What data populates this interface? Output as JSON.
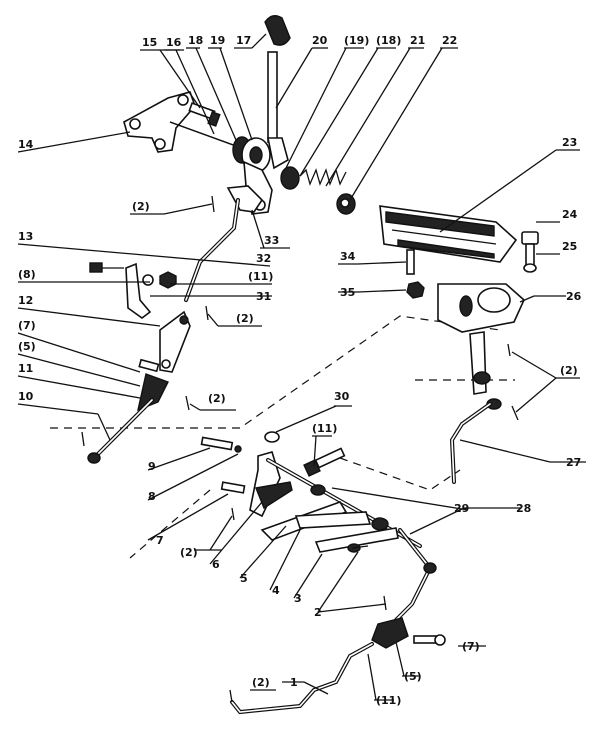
{
  "figure": {
    "description_free": true,
    "callouts": {
      "c1": "1",
      "c2a": "(2)",
      "c2b": "(2)",
      "c2c": "(2)",
      "c2d": "(2)",
      "c2e": "(2)",
      "c2f": "(2)",
      "c2g": "2",
      "c3": "3",
      "c4": "4",
      "c5a": "(5)",
      "c5b": "5",
      "c5c": "(5)",
      "c6": "6",
      "c7a": "(7)",
      "c7b": "7",
      "c7c": "(7)",
      "c8a": "(8)",
      "c8b": "8",
      "c9": "9",
      "c10": "10",
      "c11a": "11",
      "c11b": "(11)",
      "c11c": "(11)",
      "c11d": "(11)",
      "c12": "12",
      "c13": "13",
      "c14": "14",
      "c15": "15",
      "c16": "16",
      "c17": "17",
      "c18a": "18",
      "c18b": "(18)",
      "c19a": "19",
      "c19b": "(19)",
      "c20": "20",
      "c21": "21",
      "c22": "22",
      "c23": "23",
      "c24": "24",
      "c25": "25",
      "c26": "26",
      "c27": "27",
      "c28": "28",
      "c29": "29",
      "c30": "30",
      "c31": "31",
      "c32": "32",
      "c33": "33",
      "c34": "34",
      "c35": "35"
    }
  }
}
